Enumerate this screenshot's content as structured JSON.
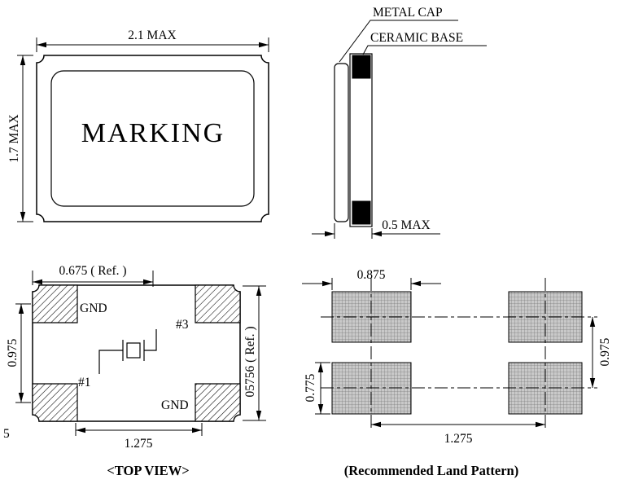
{
  "colors": {
    "line": "#000000",
    "land_pad_fill": "#c9c9c9",
    "land_pad_grid": "#7f7f7f"
  },
  "front_view": {
    "marking": "MARKING",
    "dim_width": "2.1 MAX",
    "dim_height": "1.7 MAX"
  },
  "side_view": {
    "metal_cap_label": "METAL CAP",
    "ceramic_base_label": "CERAMIC BASE",
    "dim_thickness": "0.5 MAX"
  },
  "top_view": {
    "caption": "<TOP VIEW>",
    "pads": {
      "top_left": "GND",
      "top_right": "#3",
      "bottom_left": "#1",
      "bottom_right": "GND"
    },
    "dim_pad_offset": "0.675 ( Ref. )",
    "dim_pad_pitch_vertical": "0.975",
    "dim_pad_pitch_horizontal": "1.275",
    "dim_right_ref": "05756 ( Ref. )",
    "page_number": "5"
  },
  "land_pattern": {
    "caption": "(Recommended Land Pattern)",
    "dim_pad_width": "0.875",
    "dim_row_pitch": "0.975",
    "dim_pad_height": "0.775",
    "dim_column_pitch": "1.275"
  }
}
